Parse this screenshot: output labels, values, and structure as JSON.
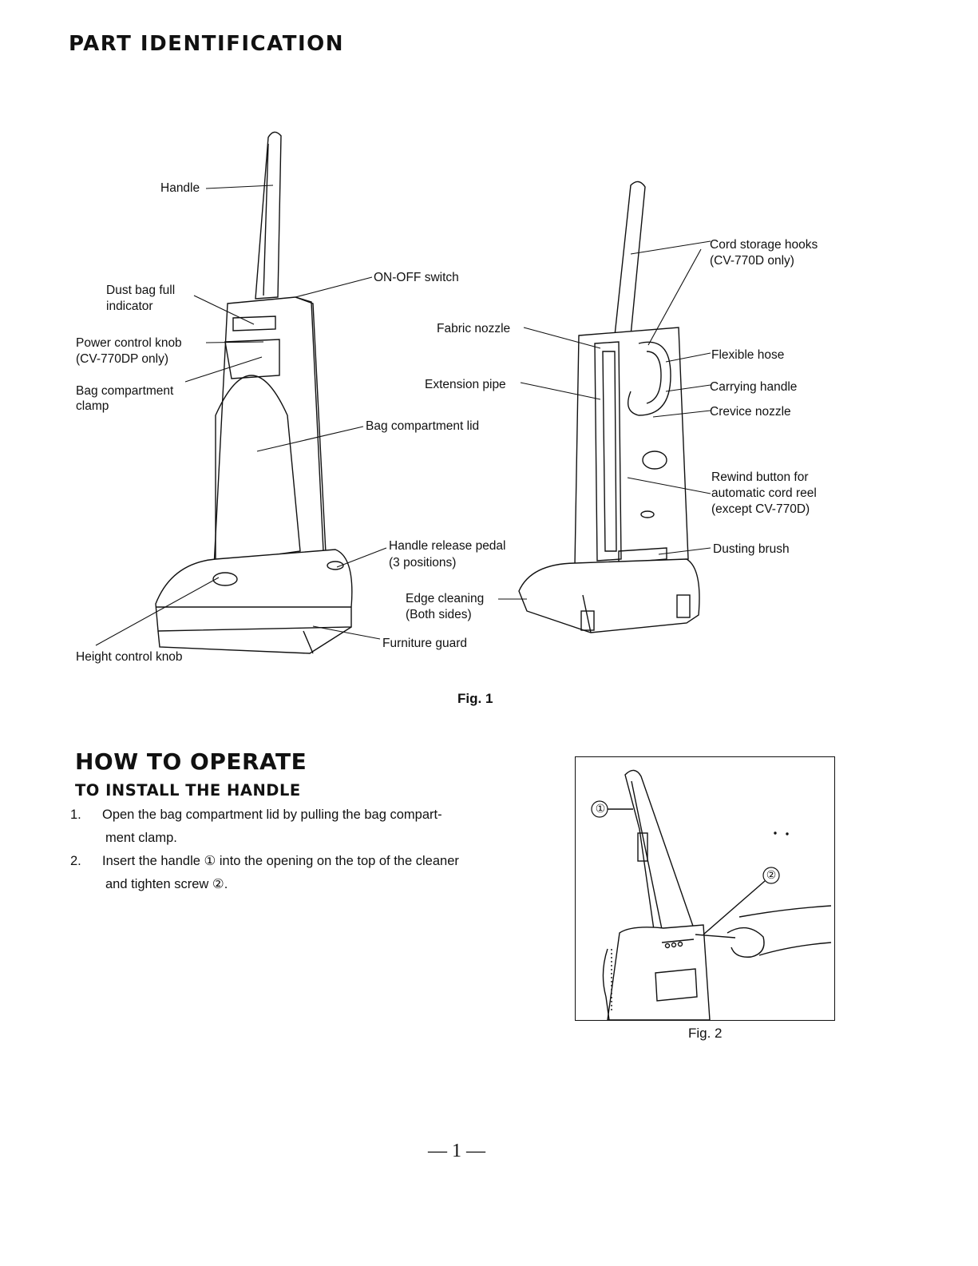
{
  "page_title": "PART IDENTIFICATION",
  "fig1": {
    "caption": "Fig. 1",
    "labels": {
      "handle": "Handle",
      "dust_bag_line1": "Dust bag full",
      "dust_bag_line2": "indicator",
      "power_line1": "Power control knob",
      "power_line2": "(CV-770DP only)",
      "bag_clamp_line1": "Bag compartment",
      "bag_clamp_line2": "clamp",
      "height_knob": "Height control knob",
      "onoff": "ON-OFF switch",
      "fabric_nozzle": "Fabric nozzle",
      "extension_pipe": "Extension pipe",
      "bag_lid": "Bag compartment lid",
      "pedal_line1": "Handle release pedal",
      "pedal_line2": "(3 positions)",
      "edge_line1": "Edge cleaning",
      "edge_line2": "(Both sides)",
      "furniture_guard": "Furniture guard",
      "cord_hooks_line1": "Cord storage hooks",
      "cord_hooks_line2": "(CV-770D only)",
      "flexible_hose": "Flexible hose",
      "carrying_handle": "Carrying handle",
      "crevice_nozzle": "Crevice nozzle",
      "rewind_line1": "Rewind button for",
      "rewind_line2": "automatic cord reel",
      "rewind_line3": "(except CV-770D)",
      "dusting_brush": "Dusting brush"
    }
  },
  "operate": {
    "title": "HOW TO OPERATE",
    "subtitle": "TO INSTALL THE HANDLE",
    "steps": [
      {
        "num": "1.",
        "line1": "Open the bag compartment lid by pulling the bag compart-",
        "line2": "ment clamp."
      },
      {
        "num": "2.",
        "line1": "Insert the handle ① into the opening on the top of the cleaner",
        "line2": "and tighten screw ②."
      }
    ]
  },
  "fig2": {
    "caption": "Fig. 2",
    "callout1": "①",
    "callout2": "②"
  },
  "page_number": "— 1 —"
}
